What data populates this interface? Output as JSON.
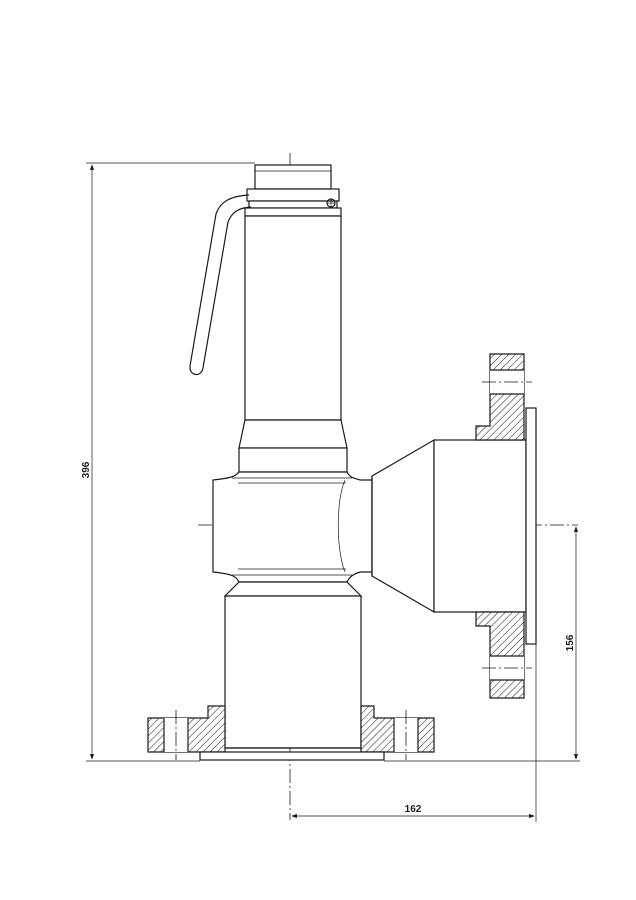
{
  "dimensions": {
    "height_total": "396",
    "outlet_offset": "156",
    "outlet_face_distance": "162"
  }
}
